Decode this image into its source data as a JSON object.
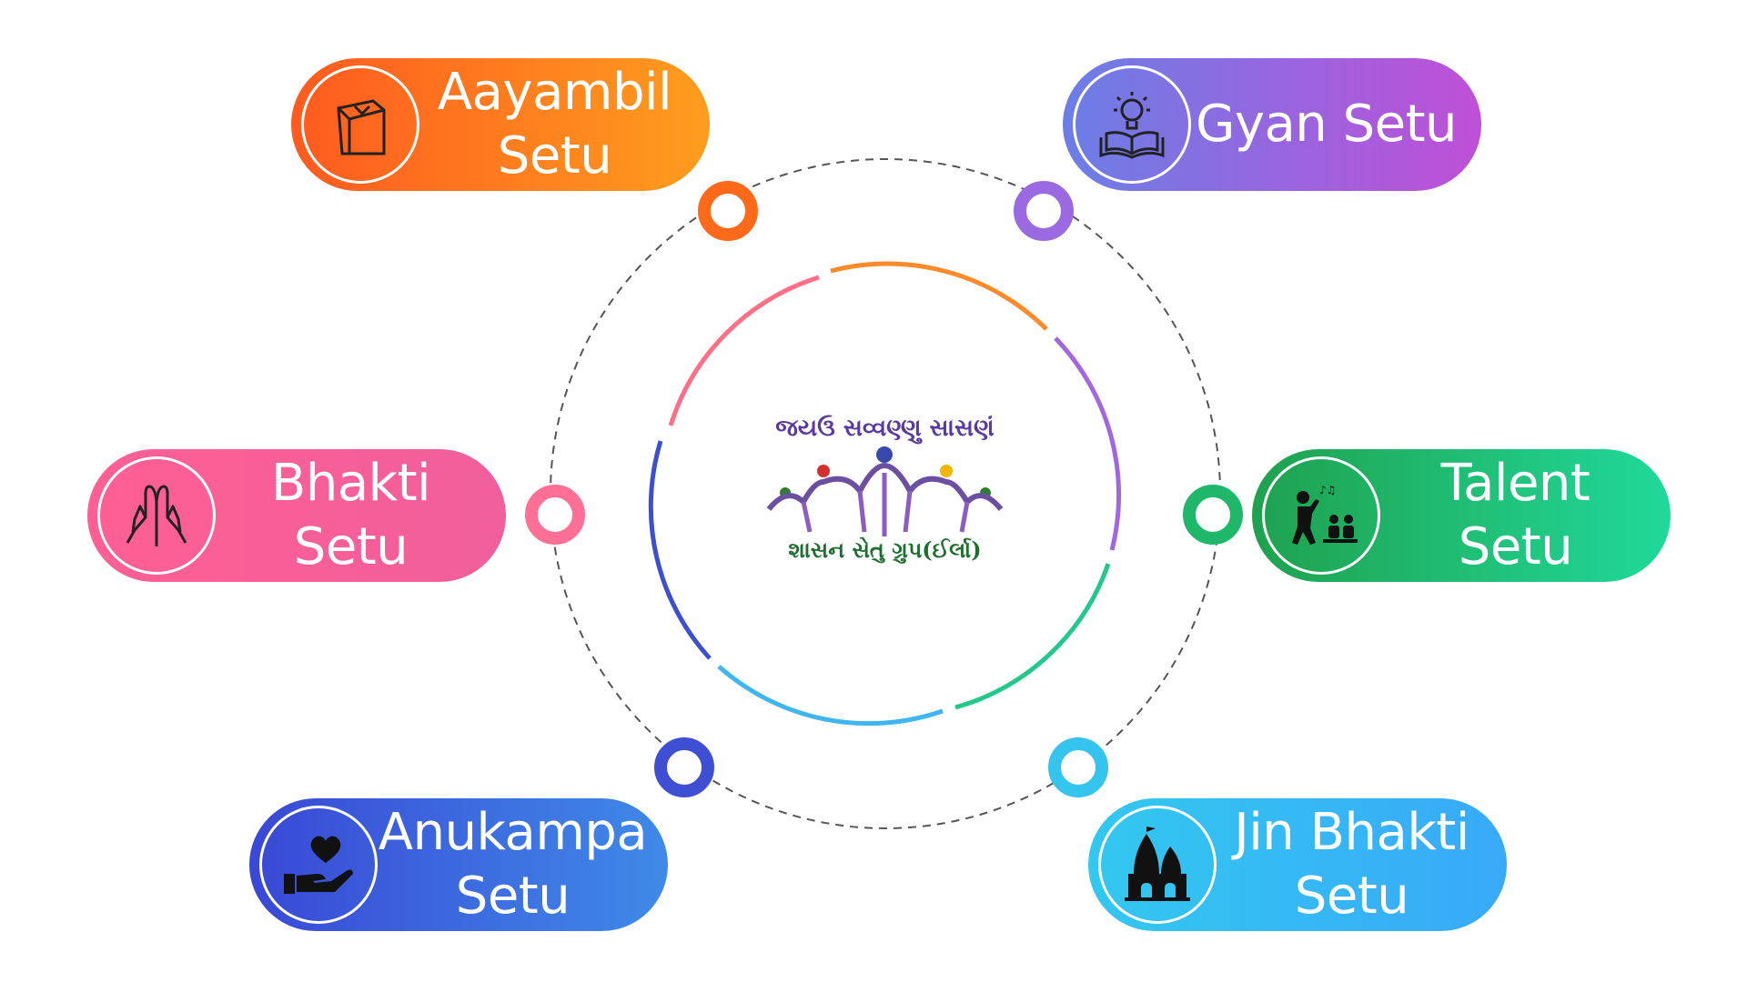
{
  "center": {
    "logo_text_top": "જયઉ સવ્વણ્ણુ સાસણં",
    "logo_text_bottom": "શાસન સેતુ ગ્રુપ(ઈર્લા)"
  },
  "nodes": [
    {
      "id": "aayambil",
      "label": "Aayambil\nSetu",
      "icon": "paper-bag-icon",
      "color_start": "#ff5a1f",
      "color_end": "#ff9d1e"
    },
    {
      "id": "gyan",
      "label": "Gyan Setu",
      "icon": "book-lightbulb-icon",
      "color_start": "#6b7ee6",
      "color_end": "#c04fd7"
    },
    {
      "id": "bhakti",
      "label": "Bhakti Setu",
      "icon": "praying-hands-icon",
      "color_start": "#ff5f93",
      "color_end": "#f05f9c"
    },
    {
      "id": "talent",
      "label": "Talent Setu",
      "icon": "singer-audience-icon",
      "color_start": "#1fa14e",
      "color_end": "#20d99a"
    },
    {
      "id": "anukampa",
      "label": "Anukampa\nSetu",
      "icon": "heart-hand-icon",
      "color_start": "#3a48d5",
      "color_end": "#3f8ae8"
    },
    {
      "id": "jinbhakti",
      "label": "Jin Bhakti\nSetu",
      "icon": "temple-icon",
      "color_start": "#32c8ef",
      "color_end": "#39a9f8"
    }
  ]
}
